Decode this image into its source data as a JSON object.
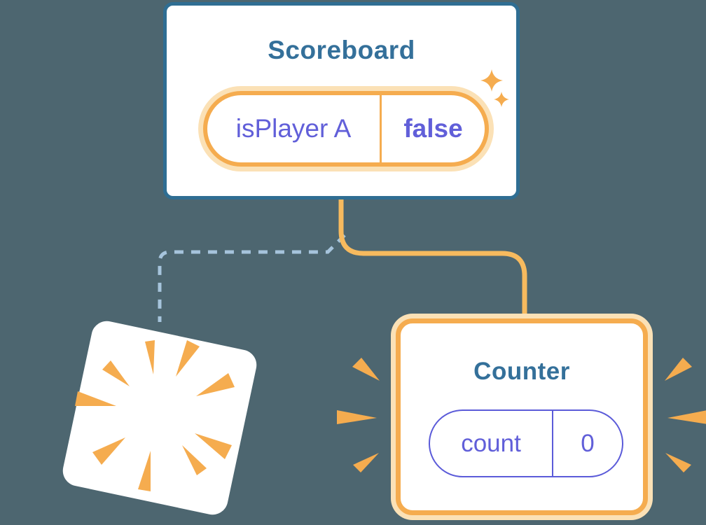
{
  "colors": {
    "bg": "#4D6670",
    "card-bg": "#FFFFFF",
    "scoreboard-border": "#2F6E93",
    "title-text": "#34709A",
    "state-text": "#615FD9",
    "indigo-border": "#5B5BD9",
    "orange": "#F5AC4F",
    "orange-glow": "#FBE1B6",
    "connector-orange": "#F7BA5E",
    "dashed-blue": "#A6C4DC",
    "poof-white": "#FFFFFF"
  },
  "scoreboard": {
    "title": "Scoreboard",
    "state": {
      "key": "isPlayer A",
      "value": "false"
    }
  },
  "counter": {
    "title": "Counter",
    "state": {
      "key": "count",
      "value": "0"
    }
  }
}
